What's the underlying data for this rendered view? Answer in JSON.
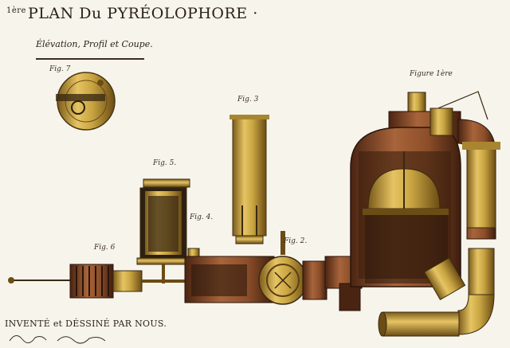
{
  "title": {
    "sup": "1ère",
    "text": "PLAN Du PYRÉOLOPHORE ·"
  },
  "subtitle": "Élévation, Profil et Coupe.",
  "figures": {
    "fig7": "Fig. 7",
    "fig5": "Fig. 5.",
    "fig3": "Fig. 3",
    "fig4": "Fig. 4.",
    "fig6": "Fig. 6",
    "fig2": "Fig. 2.",
    "fig1": "Figure 1ère"
  },
  "credit": "INVENTÉ et DÉSSINÉ PAR NOUS.",
  "colors": {
    "paper": "#f7f4ec",
    "brass": "#c9a542",
    "copper": "#8c4e2a",
    "ink": "#2b2219"
  }
}
